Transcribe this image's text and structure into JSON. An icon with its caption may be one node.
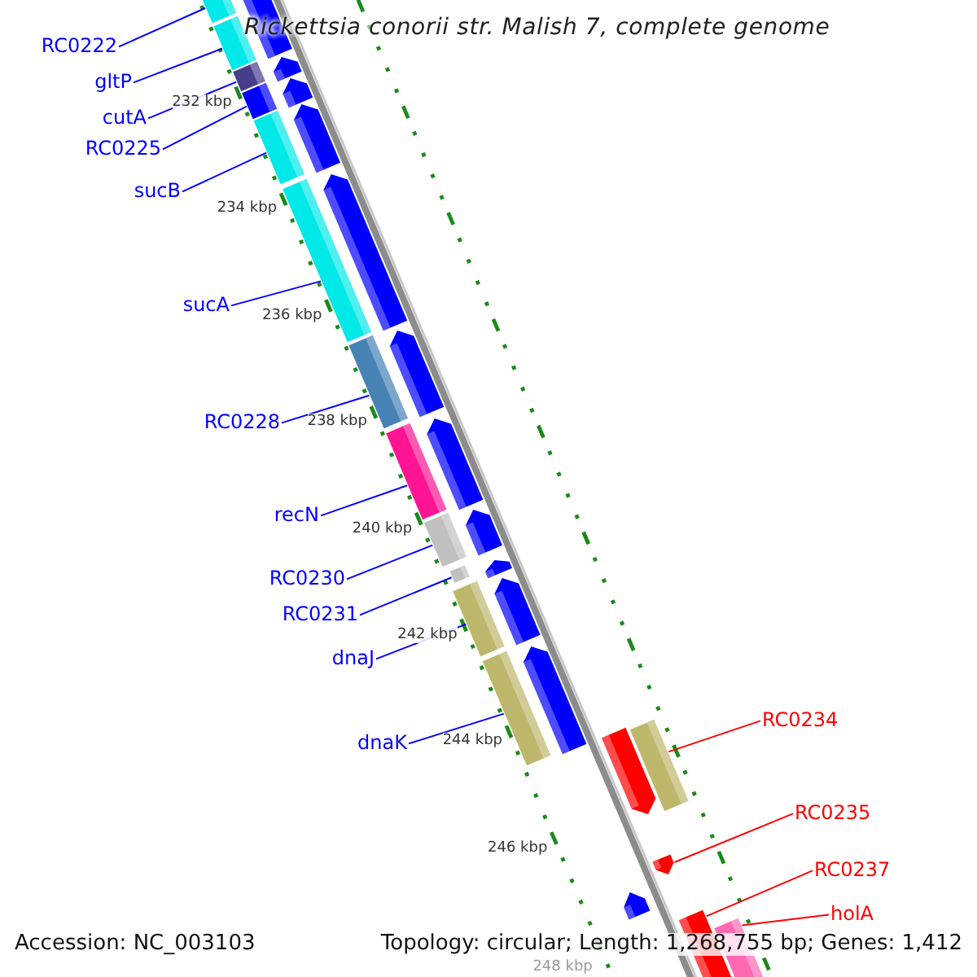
{
  "diagram": {
    "title": "Rickettsia conorii str. Malish 7, complete genome",
    "nodes": [
      {
        "text": [
          "RC0222"
        ]
      },
      {
        "text": [
          "gltP"
        ]
      },
      {
        "text": [
          "cutA"
        ]
      },
      {
        "text": [
          "RC0225"
        ]
      },
      {
        "text": [
          "sucB"
        ]
      },
      {
        "text": [
          "sucA"
        ]
      },
      {
        "text": [
          "RC0228"
        ]
      },
      {
        "text": [
          "recN"
        ]
      },
      {
        "text": [
          "RC0230"
        ]
      },
      {
        "text": [
          "RC0231"
        ]
      },
      {
        "text": [
          "dnaJ"
        ]
      },
      {
        "text": [
          "dnaK"
        ]
      },
      {
        "text": [
          "RC0234"
        ]
      },
      {
        "text": [
          "RC0235"
        ]
      },
      {
        "text": [
          "RC0237"
        ]
      },
      {
        "text": [
          "holA"
        ]
      },
      {
        "text": [],
        "shape": "bar"
      },
      {
        "text": [],
        "shape": "bar"
      },
      {
        "text": [],
        "shape": "bar"
      },
      {
        "text": [],
        "shape": "bar"
      },
      {
        "text": [],
        "shape": "bar"
      },
      {
        "text": [],
        "shape": "bar"
      },
      {
        "text": [],
        "shape": "bar"
      },
      {
        "text": [],
        "shape": "bar"
      },
      {
        "text": [],
        "shape": "bar"
      },
      {
        "text": [],
        "shape": "bar"
      },
      {
        "text": [],
        "shape": "bar"
      },
      {
        "text": [],
        "shape": "bar"
      },
      {
        "text": [],
        "shape": "bar"
      },
      {
        "text": [],
        "shape": "bar"
      },
      {
        "text": [],
        "shape": "bar"
      },
      {
        "text": [],
        "shape": "bar"
      }
    ],
    "edges": [
      {
        "from": 0,
        "to": 16,
        "arrow": "none"
      },
      {
        "from": 1,
        "to": 17,
        "arrow": "none"
      },
      {
        "from": 2,
        "to": 18,
        "arrow": "none"
      },
      {
        "from": 3,
        "to": 19,
        "arrow": "none"
      },
      {
        "from": 4,
        "to": 20,
        "arrow": "none"
      },
      {
        "from": 5,
        "to": 21,
        "arrow": "none"
      },
      {
        "from": 6,
        "to": 22,
        "arrow": "none"
      },
      {
        "from": 7,
        "to": 23,
        "arrow": "none"
      },
      {
        "from": 8,
        "to": 24,
        "arrow": "none"
      },
      {
        "from": 9,
        "to": 25,
        "arrow": "none"
      },
      {
        "from": 10,
        "to": 26,
        "arrow": "none"
      },
      {
        "from": 11,
        "to": 27,
        "arrow": "none"
      },
      {
        "from": 12,
        "to": 28,
        "arrow": "none",
        "color": "#ff0000"
      },
      {
        "from": 13,
        "to": 29,
        "arrow": "none",
        "color": "#ff0000"
      },
      {
        "from": 14,
        "to": 30,
        "arrow": "none",
        "color": "#ff0000"
      },
      {
        "from": 15,
        "to": 31,
        "arrow": "none",
        "color": "#ff0000"
      }
    ],
    "labels": [
      "232 kbp",
      "234 kbp",
      "236 kbp",
      "238 kbp",
      "240 kbp",
      "242 kbp",
      "244 kbp",
      "246 kbp",
      "248 kbp",
      "Accession: NC_003103",
      "Topology: circular; Length: 1,268,755 bp; Genes: 1,412"
    ]
  }
}
